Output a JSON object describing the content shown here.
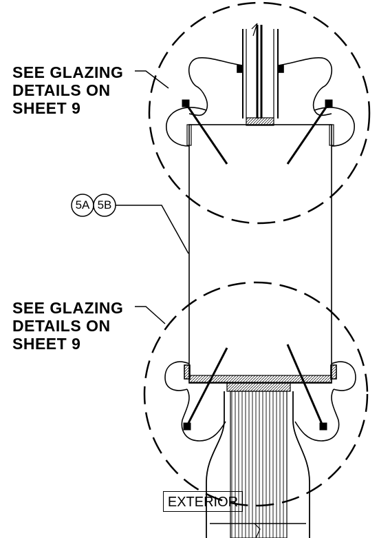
{
  "notes": {
    "top": {
      "line1": "SEE GLAZING",
      "line2": "DETAILS ON",
      "line3": "SHEET 9"
    },
    "bottom": {
      "line1": "SEE GLAZING",
      "line2": "DETAILS ON",
      "line3": "SHEET 9"
    }
  },
  "tags": {
    "a": "5A",
    "b": "5B"
  },
  "exterior_label": "EXTERIOR",
  "colors": {
    "line": "#000000",
    "background": "#ffffff"
  }
}
